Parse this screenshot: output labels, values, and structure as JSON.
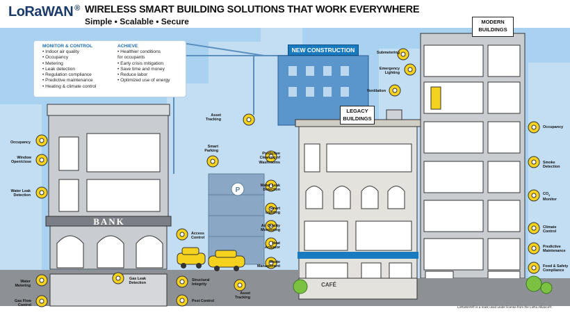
{
  "header": {
    "logo": "LoRaWAN",
    "logo_mark": "®",
    "title": "WIRELESS SMART BUILDING SOLUTIONS THAT WORK EVERYWHERE",
    "subtitle": "Simple • Scalable • Secure"
  },
  "infobox": {
    "monitor_heading": "MONITOR & CONTROL",
    "monitor_items": [
      "• Indoor air quality",
      "• Occupancy",
      "• Metering",
      "• Leak detection",
      "• Regulation compliance",
      "• Predictive maintenance",
      "• Heating & climate control"
    ],
    "achieve_heading": "ACHIEVE",
    "achieve_items": [
      "• Healthier conditions",
      "  for occupants",
      "• Early crisis mitigation",
      "• Save time and money",
      "• Reduce labor",
      "• Optimized use of energy"
    ]
  },
  "signs": {
    "new_construction": "NEW CONSTRUCTION",
    "legacy_line1": "LEGACY",
    "legacy_line2": "BUILDINGS",
    "modern_line1": "MODERN",
    "modern_line2": "BUILDINGS",
    "bank": "BANK",
    "cafe": "CAFÉ",
    "parking": "P"
  },
  "labels": {
    "occupancy_left": [
      "Occupancy"
    ],
    "window_open_close": [
      "Window",
      "Open/close"
    ],
    "water_leak_bank": [
      "Water Leak",
      "Detection"
    ],
    "water_metering": [
      "Water",
      "Metering"
    ],
    "gas_flow": [
      "Gas Flow",
      "Control"
    ],
    "gas_leak": [
      "Gas Leak",
      "Detection"
    ],
    "structural": [
      "Structural",
      "Integrity"
    ],
    "pest": [
      "Pest Control"
    ],
    "access": [
      "Access",
      "Control"
    ],
    "asset_tracking_top": [
      "Asset",
      "Tracking"
    ],
    "smart_parking": [
      "Smart",
      "Parking"
    ],
    "asset_tracking_bottom": [
      "Asset",
      "Tracking"
    ],
    "predictive_washrooms": [
      "Predictive",
      "Cleaning of",
      "Washrooms"
    ],
    "water_leak_legacy": [
      "Water Leak",
      "Detection"
    ],
    "smart_lighting": [
      "Smart",
      "Lighting"
    ],
    "air_quality": [
      "Air Quality",
      "Monitoring"
    ],
    "heat_actuator": [
      "Heat",
      "Actuator"
    ],
    "waste": [
      "Waste",
      "Management"
    ],
    "ventilation": [
      "Ventilation"
    ],
    "submetering": [
      "Submetering"
    ],
    "emergency_lighting": [
      "Emergency",
      "Lighting"
    ],
    "occupancy_right": [
      "Occupancy"
    ],
    "smoke": [
      "Smoke",
      "Detection"
    ],
    "co2": [
      "CO",
      "Monitor"
    ],
    "climate": [
      "Climate",
      "Control"
    ],
    "predictive_maint": [
      "Predictive",
      "Maintenance"
    ],
    "food_safety": [
      "Food & Safety",
      "Compliance"
    ]
  },
  "footer": "LoRaWAN® is a mark used under license from the LoRa Alliance®.",
  "colors": {
    "sky": "#a9d1f0",
    "sky_light": "#c9e3f6",
    "building_gray": "#b9bcc0",
    "building_dark": "#6b6f75",
    "legacy_beige": "#e4e2dc",
    "yellow": "#f5d21e",
    "accent_blue": "#1a7ac0",
    "ground": "#8d9196"
  }
}
